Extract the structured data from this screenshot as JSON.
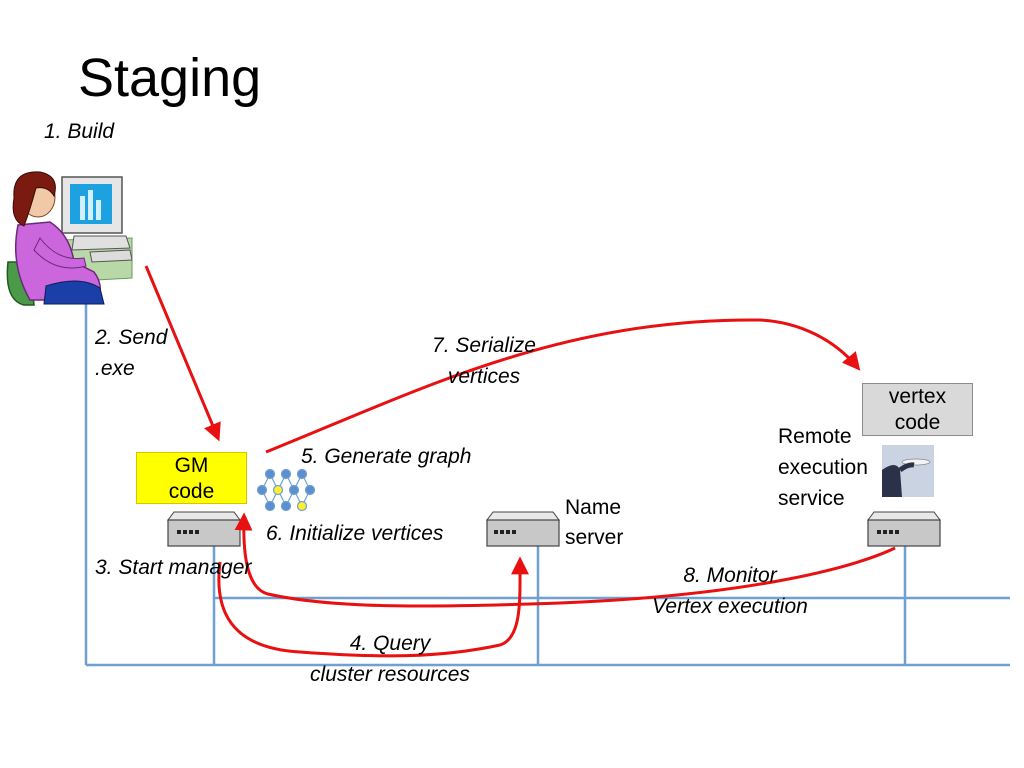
{
  "slide": {
    "title": "Staging"
  },
  "labels": {
    "build": "1. Build",
    "send_line1": "2. Send",
    "send_line2": ".exe",
    "start_manager": "3. Start manager",
    "query_line1": "4. Query",
    "query_line2": "cluster resources",
    "generate_graph": "5. Generate graph",
    "initialize_vertices": "6. Initialize vertices",
    "serialize_line1": "7. Serialize",
    "serialize_line2": "vertices",
    "monitor_line1": "8. Monitor",
    "monitor_line2": "Vertex execution"
  },
  "boxes": {
    "gm_line1": "GM",
    "gm_line2": "code",
    "vertex_line1": "vertex",
    "vertex_line2": "code"
  },
  "nodes": {
    "name_server_line1": "Name",
    "name_server_line2": "server",
    "remote_line1": "Remote",
    "remote_line2": "execution",
    "remote_line3": "service"
  },
  "colors": {
    "arrow": "#e81010",
    "network": "#6fa0d0",
    "gm_box": "#ffff00",
    "vertex_box": "#d9d9d9"
  },
  "icons": [
    "user-at-computer-icon",
    "server-icon",
    "graph-icon",
    "remote-service-icon"
  ]
}
